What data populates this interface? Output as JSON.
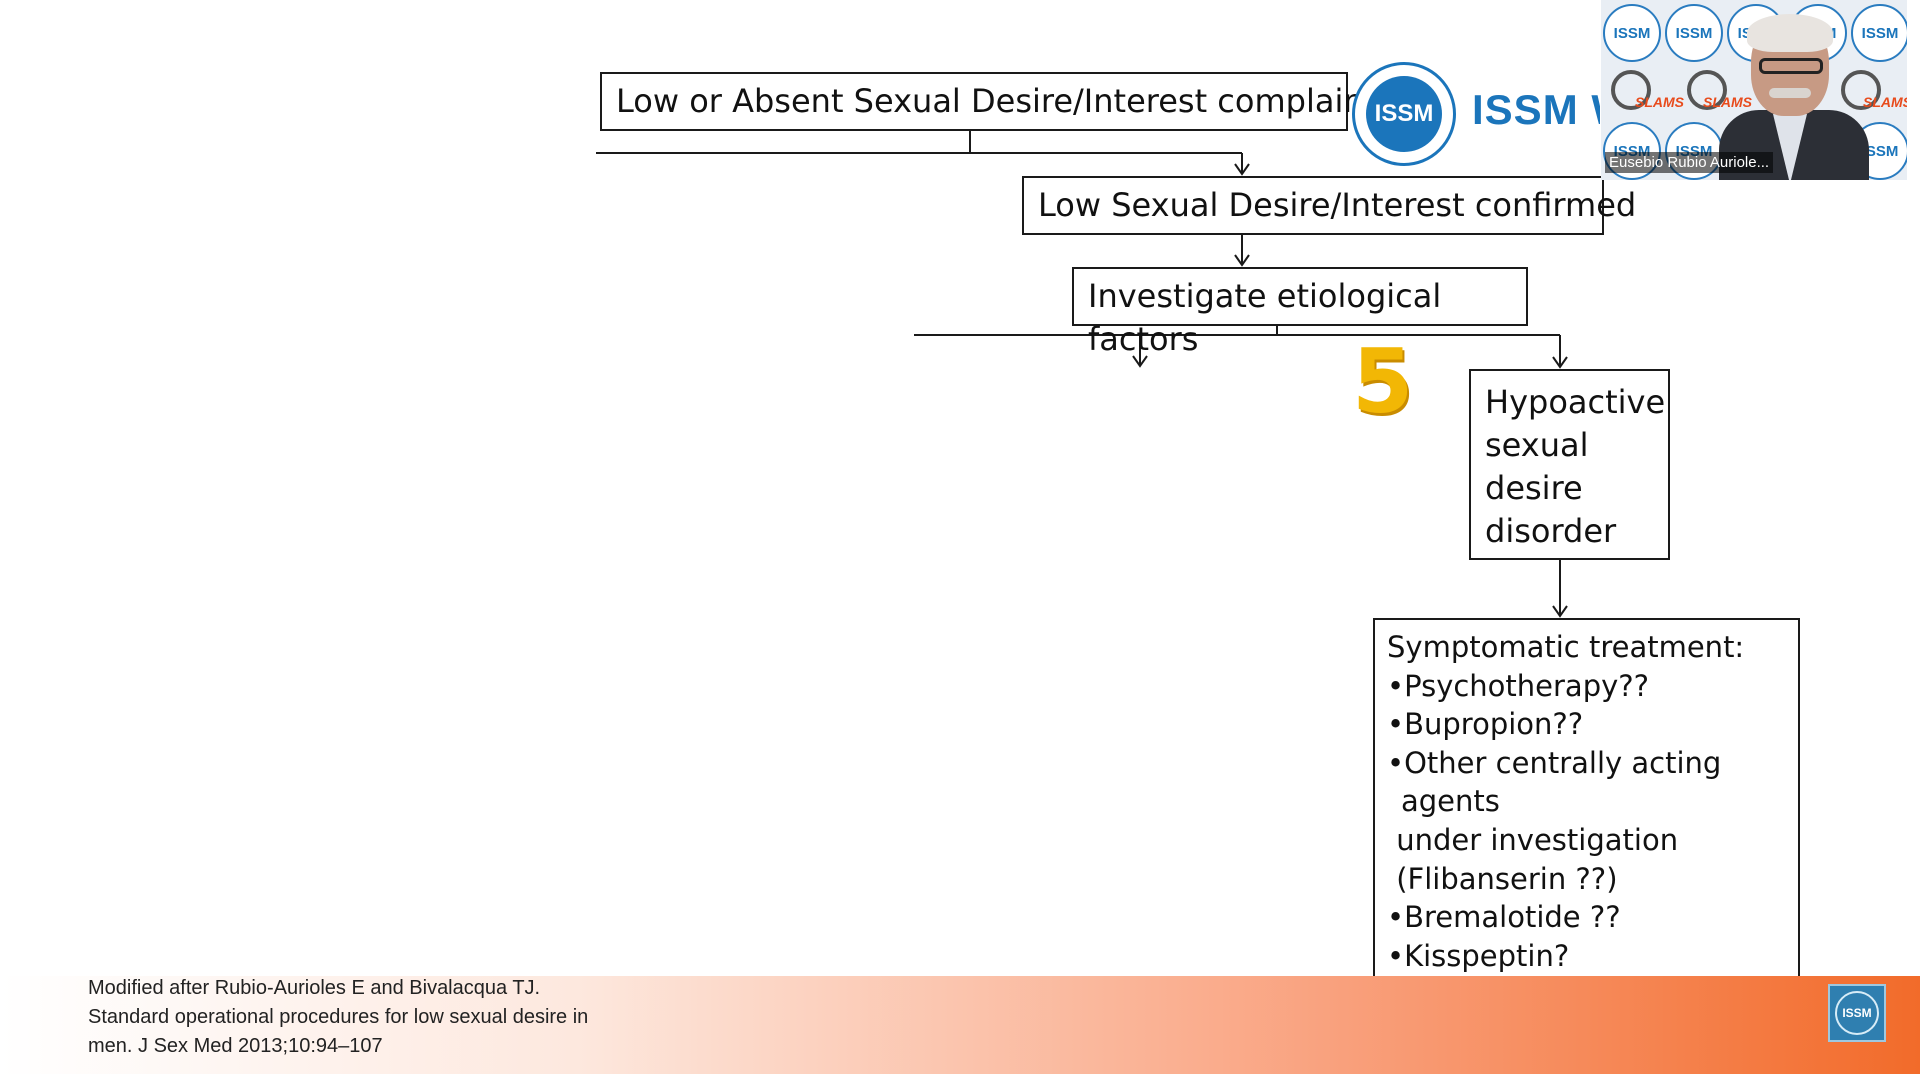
{
  "slide": {
    "box_complaint": "Low or Absent Sexual Desire/Interest complaint",
    "box_confirmed": "Low Sexual Desire/Interest confirmed",
    "box_etiology_lines": [
      "Investigate etiological",
      "factors"
    ],
    "number_five": "5",
    "box_hsdd_lines": [
      "Hypoactive",
      "sexual",
      "desire",
      "disorder"
    ],
    "treatment": {
      "heading": "Symptomatic treatment:",
      "items": [
        "•Psychotherapy??",
        "•Bupropion??",
        "•Other centrally acting agents",
        " under investigation",
        " (Flibanserin ??)",
        "•Bremalotide ??",
        "•Kisspeptin?"
      ]
    },
    "reference_lines": [
      "Modified after Rubio-Aurioles E and Bivalacqua TJ.",
      "Standard operational procedures for low sexual desire in",
      "men. J Sex Med 2013;10:94–107"
    ],
    "footer_logo_text": "ISSM"
  },
  "header_logo": {
    "text": "ISSM",
    "word": "ISSM W"
  },
  "video_tile": {
    "participant_name": "Eusebio Rubio Auriole...",
    "bg_logo_text": "ISSM",
    "slams_text": "SLAMS"
  },
  "colors": {
    "accent_orange": "#f26b2a",
    "issm_blue": "#1b75bb",
    "five_yellow": "#f2b705"
  }
}
